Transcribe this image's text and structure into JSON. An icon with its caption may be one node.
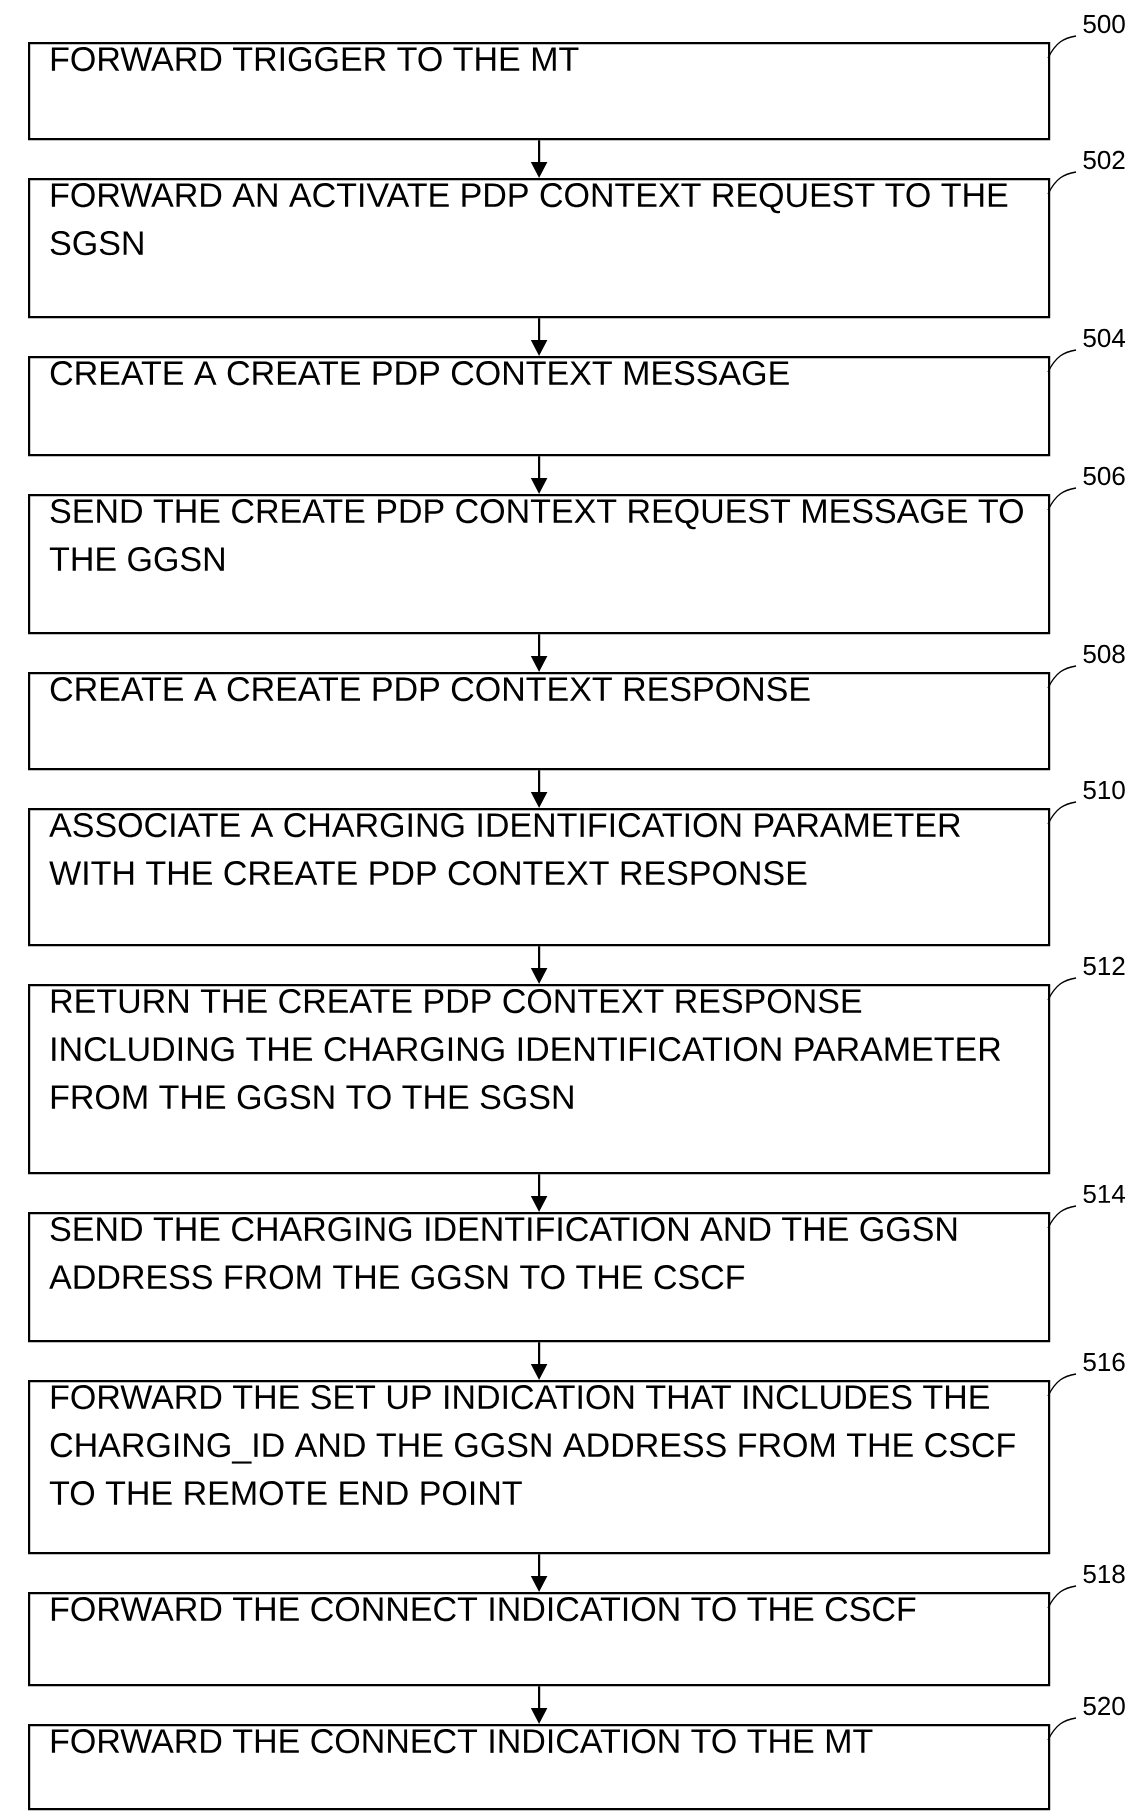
{
  "diagram": {
    "nodes": [
      {
        "text": [
          "FORWARD TRIGGER TO THE MT"
        ],
        "beside": [
          "500"
        ]
      },
      {
        "text": [
          "FORWARD AN ACTIVATE PDP CONTEXT REQUEST TO THE SGSN"
        ],
        "beside": [
          "502"
        ]
      },
      {
        "text": [
          "CREATE A CREATE PDP CONTEXT MESSAGE"
        ],
        "beside": [
          "504"
        ]
      },
      {
        "text": [
          "SEND THE CREATE PDP CONTEXT REQUEST MESSAGE TO THE GGSN"
        ],
        "beside": [
          "506"
        ]
      },
      {
        "text": [
          "CREATE A CREATE PDP CONTEXT RESPONSE"
        ],
        "beside": [
          "508"
        ]
      },
      {
        "text": [
          "ASSOCIATE A CHARGING IDENTIFICATION PARAMETER WITH THE CREATE  PDP CONTEXT RESPONSE"
        ],
        "beside": [
          "510"
        ]
      },
      {
        "text": [
          "RETURN THE CREATE PDP CONTEXT RESPONSE INCLUDING THE CHARGING IDENTIFICATION PARAMETER FROM THE GGSN TO THE SGSN"
        ],
        "beside": [
          "512"
        ]
      },
      {
        "text": [
          "SEND THE CHARGING IDENTIFICATION AND THE GGSN ADDRESS FROM THE GGSN TO THE CSCF"
        ],
        "beside": [
          "514"
        ]
      },
      {
        "text": [
          "FORWARD THE SET UP INDICATION THAT INCLUDES THE CHARGING_ID AND THE GGSN ADDRESS FROM THE CSCF TO THE REMOTE END POINT"
        ],
        "beside": [
          "516"
        ]
      },
      {
        "text": [
          "FORWARD THE CONNECT INDICATION TO THE CSCF"
        ],
        "beside": [
          "518"
        ]
      },
      {
        "text": [
          "FORWARD THE CONNECT INDICATION TO THE MT"
        ],
        "beside": [
          "520"
        ]
      }
    ],
    "edges": [
      {
        "from": 0,
        "to": 1,
        "arrow": "to"
      },
      {
        "from": 1,
        "to": 2,
        "arrow": "to"
      },
      {
        "from": 2,
        "to": 3,
        "arrow": "to"
      },
      {
        "from": 3,
        "to": 4,
        "arrow": "to"
      },
      {
        "from": 4,
        "to": 5,
        "arrow": "to"
      },
      {
        "from": 5,
        "to": 6,
        "arrow": "to"
      },
      {
        "from": 6,
        "to": 7,
        "arrow": "to"
      },
      {
        "from": 7,
        "to": 8,
        "arrow": "to"
      },
      {
        "from": 8,
        "to": 9,
        "arrow": "to"
      },
      {
        "from": 9,
        "to": 10,
        "arrow": "to"
      }
    ]
  }
}
